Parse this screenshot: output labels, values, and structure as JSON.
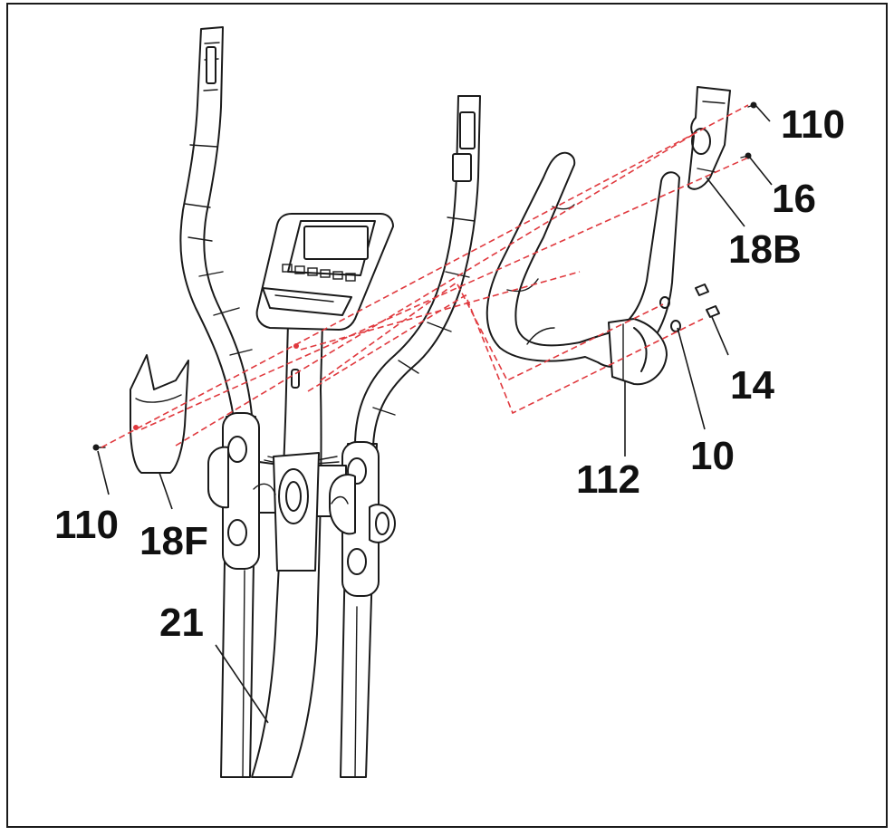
{
  "colors": {
    "line": "#1a1a1a",
    "assembly_path": "#e0393e",
    "fill": "#ffffff",
    "shade": "#e6e6e6"
  },
  "labels": {
    "screw_110_right": "110",
    "bolt_16": "16",
    "rear_cover_18b": "18B",
    "bolt_14": "14",
    "washer_10": "10",
    "handlebar_112": "112",
    "screw_110_left": "110",
    "front_cover_18f": "18F",
    "upright_post_21": "21"
  }
}
